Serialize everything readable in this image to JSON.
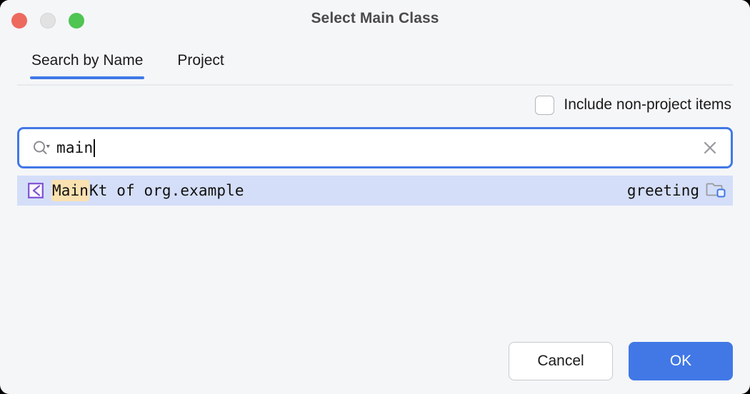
{
  "window": {
    "title": "Select Main Class",
    "controls": [
      {
        "name": "close",
        "color": "#ed6a5e"
      },
      {
        "name": "minimize",
        "color": "#e2e2e2"
      },
      {
        "name": "zoom",
        "color": "#4fc552"
      }
    ]
  },
  "tabs": [
    {
      "label": "Search by Name",
      "active": true
    },
    {
      "label": "Project",
      "active": false
    }
  ],
  "options": {
    "include_non_project": {
      "label": "Include non-project items",
      "checked": false
    }
  },
  "search": {
    "value": "main",
    "icon": "search-icon",
    "clear_icon": "clear-icon"
  },
  "results": [
    {
      "icon": "kotlin-file-icon",
      "match_prefix": "Main",
      "rest": "Kt of org.example",
      "module": "greeting",
      "module_icon": "module-folder-icon",
      "selected": true
    }
  ],
  "footer": {
    "cancel_label": "Cancel",
    "ok_label": "OK"
  },
  "colors": {
    "accent": "#4178e6",
    "selection": "#d4deF8",
    "highlight": "#fae1b0",
    "dialog_bg": "#f5f6f8",
    "kotlin_purple": "#7f52d4"
  }
}
